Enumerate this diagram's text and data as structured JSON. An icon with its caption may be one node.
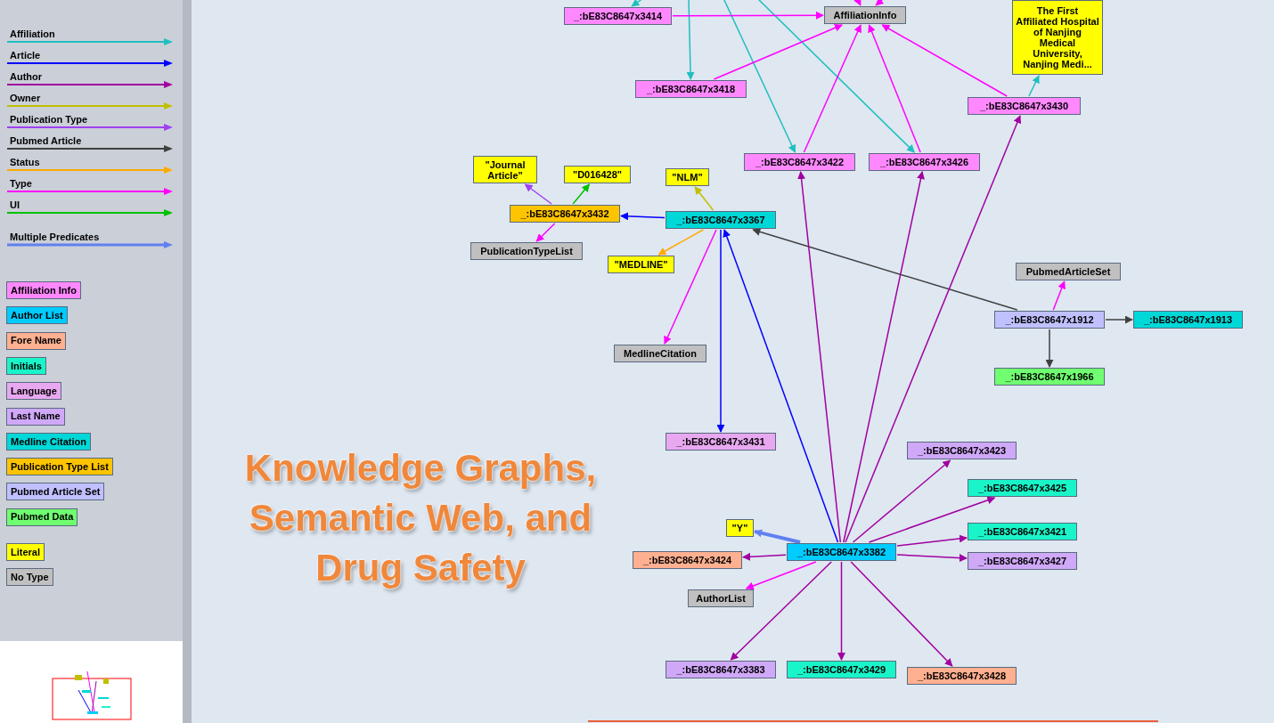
{
  "diagram": {
    "title": "Knowledge Graphs, Semantic Web, and Drug Safety",
    "nodes": [
      {
        "text": [
          "AffiliationInfo"
        ]
      },
      {
        "text": [
          "The First Affiliated Hospital of Nanjing Medical University, Nanjing Medi..."
        ]
      },
      {
        "text": [
          "_:bE83C8647x3414"
        ]
      },
      {
        "text": [
          "_:bE83C8647x3418"
        ]
      },
      {
        "text": [
          "_:bE83C8647x3430"
        ]
      },
      {
        "text": [
          "_:bE83C8647x3422"
        ]
      },
      {
        "text": [
          "_:bE83C8647x3426"
        ]
      },
      {
        "text": [
          "\"Journal Article\""
        ]
      },
      {
        "text": [
          "\"D016428\""
        ]
      },
      {
        "text": [
          "\"NLM\""
        ]
      },
      {
        "text": [
          "_:bE83C8647x3432"
        ]
      },
      {
        "text": [
          "_:bE83C8647x3367"
        ]
      },
      {
        "text": [
          "PublicationTypeList"
        ]
      },
      {
        "text": [
          "\"MEDLINE\""
        ]
      },
      {
        "text": [
          "PubmedArticleSet"
        ]
      },
      {
        "text": [
          "_:bE83C8647x1912"
        ]
      },
      {
        "text": [
          "_:bE83C8647x1913"
        ]
      },
      {
        "text": [
          "MedlineCitation"
        ]
      },
      {
        "text": [
          "_:bE83C8647x1966"
        ]
      },
      {
        "text": [
          "_:bE83C8647x3431"
        ]
      },
      {
        "text": [
          "_:bE83C8647x3423"
        ]
      },
      {
        "text": [
          "_:bE83C8647x3425"
        ]
      },
      {
        "text": [
          "\"Y\""
        ]
      },
      {
        "text": [
          "_:bE83C8647x3421"
        ]
      },
      {
        "text": [
          "_:bE83C8647x3424"
        ]
      },
      {
        "text": [
          "_:bE83C8647x3382"
        ]
      },
      {
        "text": [
          "_:bE83C8647x3427"
        ]
      },
      {
        "text": [
          "AuthorList"
        ]
      },
      {
        "text": [
          "_:bE83C8647x3383"
        ]
      },
      {
        "text": [
          "_:bE83C8647x3429"
        ]
      },
      {
        "text": [
          "_:bE83C8647x3428"
        ]
      }
    ],
    "edges": [
      {
        "from": null,
        "to": 2,
        "arrow": "to",
        "color": "#1fbfbf"
      },
      {
        "from": null,
        "to": 3,
        "arrow": "to",
        "color": "#1fbfbf"
      },
      {
        "from": null,
        "to": 5,
        "arrow": "to",
        "color": "#1fbfbf"
      },
      {
        "from": null,
        "to": 6,
        "arrow": "to",
        "color": "#1fbfbf"
      },
      {
        "from": 4,
        "to": 1,
        "arrow": "to",
        "color": "#1fbfbf"
      },
      {
        "from": 2,
        "to": 0,
        "arrow": "to",
        "color": "#ff00ff"
      },
      {
        "from": 3,
        "to": 0,
        "arrow": "to",
        "color": "#ff00ff"
      },
      {
        "from": 5,
        "to": 0,
        "arrow": "to",
        "color": "#ff00ff"
      },
      {
        "from": 6,
        "to": 0,
        "arrow": "to",
        "color": "#ff00ff"
      },
      {
        "from": 4,
        "to": 0,
        "arrow": "to",
        "color": "#ff00ff"
      },
      {
        "from": null,
        "to": 0,
        "arrow": "to",
        "color": "#ff00ff"
      },
      {
        "from": null,
        "to": 0,
        "arrow": "to",
        "color": "#ff00ff"
      },
      {
        "from": 10,
        "to": 7,
        "arrow": "to",
        "color": "#a040f0"
      },
      {
        "from": 10,
        "to": 8,
        "arrow": "to",
        "color": "#00c000"
      },
      {
        "from": 11,
        "to": 10,
        "arrow": "to",
        "color": "#0000ff"
      },
      {
        "from": 11,
        "to": 9,
        "arrow": "to",
        "color": "#c0c000"
      },
      {
        "from": 11,
        "to": 13,
        "arrow": "to",
        "color": "#ffaa00"
      },
      {
        "from": 11,
        "to": 17,
        "arrow": "to",
        "color": "#ff00ff"
      },
      {
        "from": 10,
        "to": 12,
        "arrow": "to",
        "color": "#ff00ff"
      },
      {
        "from": 11,
        "to": 19,
        "arrow": "to",
        "color": "#0000ff"
      },
      {
        "from": 15,
        "to": 11,
        "arrow": "to",
        "color": "#404040"
      },
      {
        "from": 15,
        "to": 14,
        "arrow": "to",
        "color": "#ff00ff"
      },
      {
        "from": 15,
        "to": 16,
        "arrow": "to",
        "color": "#404040"
      },
      {
        "from": 15,
        "to": 18,
        "arrow": "to",
        "color": "#404040"
      },
      {
        "from": 25,
        "to": 11,
        "arrow": "to",
        "color": "#0000ff"
      },
      {
        "from": 25,
        "to": 5,
        "arrow": "to",
        "color": "#a000a0"
      },
      {
        "from": 25,
        "to": 6,
        "arrow": "to",
        "color": "#a000a0"
      },
      {
        "from": 25,
        "to": 4,
        "arrow": "to",
        "color": "#a000a0"
      },
      {
        "from": 25,
        "to": 20,
        "arrow": "to",
        "color": "#a000a0"
      },
      {
        "from": 25,
        "to": 21,
        "arrow": "to",
        "color": "#a000a0"
      },
      {
        "from": 25,
        "to": 23,
        "arrow": "to",
        "color": "#a000a0"
      },
      {
        "from": 25,
        "to": 26,
        "arrow": "to",
        "color": "#a000a0"
      },
      {
        "from": 25,
        "to": 24,
        "arrow": "to",
        "color": "#a000a0"
      },
      {
        "from": 25,
        "to": 28,
        "arrow": "to",
        "color": "#a000a0"
      },
      {
        "from": 25,
        "to": 29,
        "arrow": "to",
        "color": "#a000a0"
      },
      {
        "from": 25,
        "to": 30,
        "arrow": "to",
        "color": "#a000a0"
      },
      {
        "from": 25,
        "to": 27,
        "arrow": "to",
        "color": "#ff00ff"
      },
      {
        "from": 25,
        "to": 22,
        "arrow": "to",
        "color": "#6080f0",
        "style": "thick"
      }
    ],
    "legend": [
      {
        "text": "Affiliation"
      },
      {
        "text": "Article"
      },
      {
        "text": "Author"
      },
      {
        "text": "Owner"
      },
      {
        "text": "Publication Type"
      },
      {
        "text": "Pubmed Article"
      },
      {
        "text": "Status"
      },
      {
        "text": "Type"
      },
      {
        "text": "UI"
      },
      {
        "text": "Multiple Predicates"
      },
      {
        "text": "Affiliation Info",
        "color": "#ff88ff"
      },
      {
        "text": "Author List",
        "color": "#00ccff"
      },
      {
        "text": "Fore Name",
        "color": "#ffb090"
      },
      {
        "text": "Initials",
        "color": "#19f5c8"
      },
      {
        "text": "Language",
        "color": "#e8a8f0"
      },
      {
        "text": "Last Name",
        "color": "#d0a8f8"
      },
      {
        "text": "Medline Citation",
        "color": "#00d8d8"
      },
      {
        "text": "Publication Type List",
        "color": "#ffc400"
      },
      {
        "text": "Pubmed Article Set",
        "color": "#c0c0ff"
      },
      {
        "text": "Pubmed Data",
        "color": "#70ff70"
      },
      {
        "text": "Literal",
        "color": "#ffff00"
      },
      {
        "text": "No Type",
        "color": "#c0c0c0"
      }
    ]
  }
}
